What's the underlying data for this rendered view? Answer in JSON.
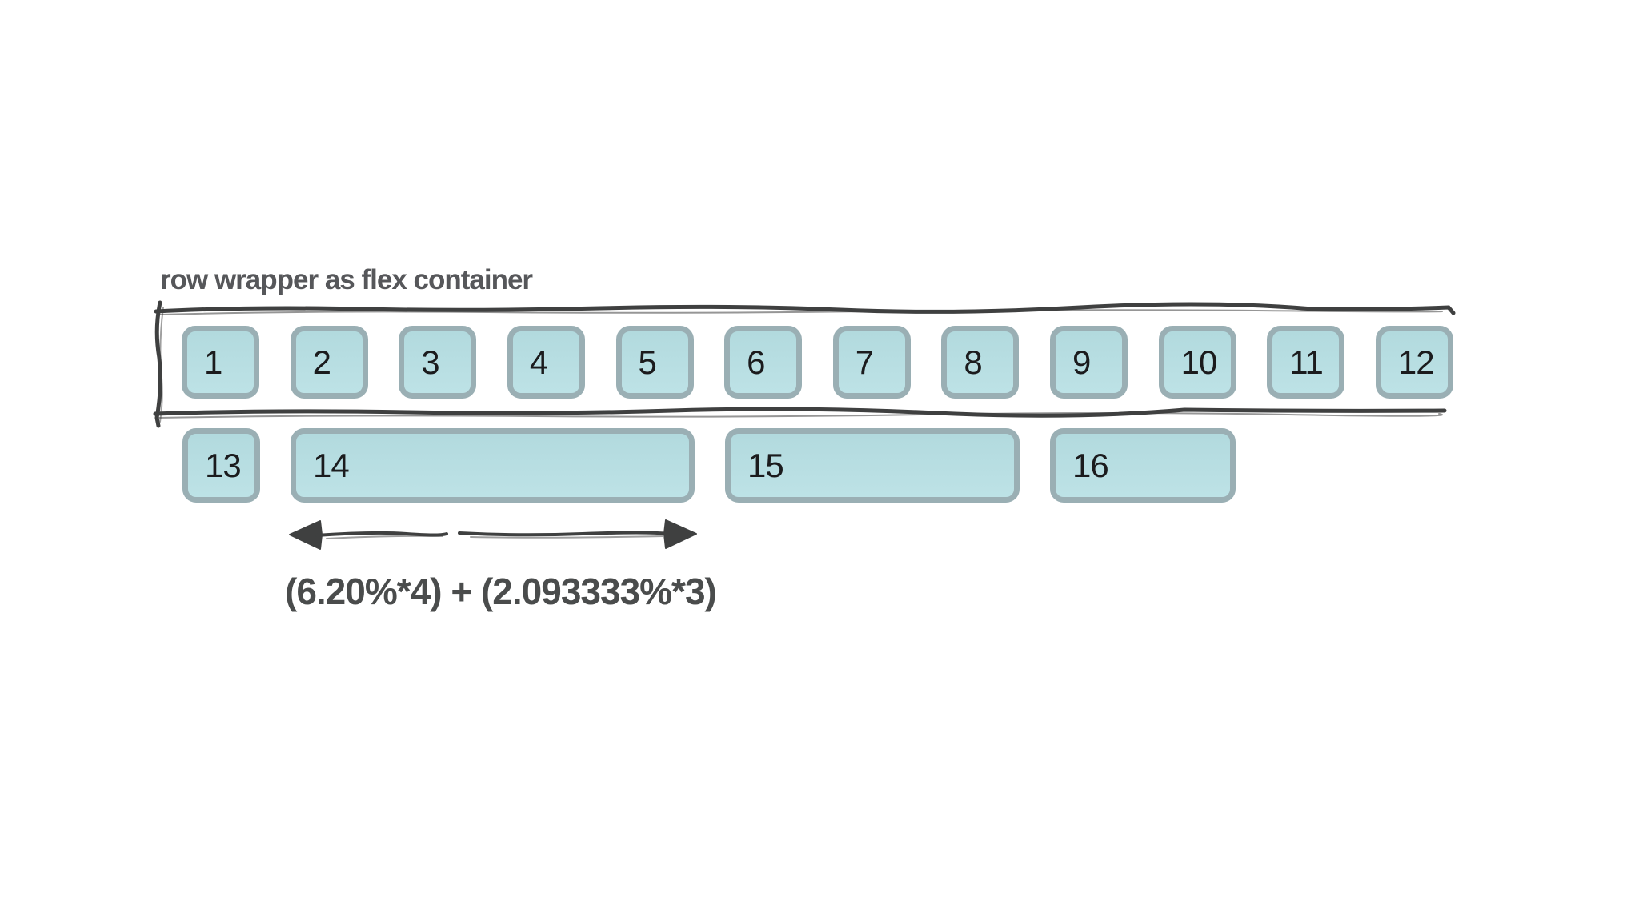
{
  "title": "row wrapper as flex container",
  "rows": {
    "row1": {
      "items": [
        {
          "label": "1"
        },
        {
          "label": "2"
        },
        {
          "label": "3"
        },
        {
          "label": "4"
        },
        {
          "label": "5"
        },
        {
          "label": "6"
        },
        {
          "label": "7"
        },
        {
          "label": "8"
        },
        {
          "label": "9"
        },
        {
          "label": "10"
        },
        {
          "label": "11"
        },
        {
          "label": "12"
        }
      ]
    },
    "row2": {
      "items": [
        {
          "label": "13",
          "span": 1
        },
        {
          "label": "14",
          "span": 4
        },
        {
          "label": "15",
          "span": 3
        },
        {
          "label": "16",
          "span": 2
        }
      ]
    }
  },
  "annotation": {
    "arrow": "double-headed-width-arrow",
    "formula": "(6.20%*4) + (2.093333%*3)"
  },
  "colors": {
    "background": "#ffffff",
    "box_fill": "#b9dee2",
    "box_border": "#9aafb4",
    "box_number_text": "#1b1b1d",
    "title_text": "#56575a",
    "formula_text": "#4a4c4c",
    "sketch_ink": "#3f4040"
  }
}
